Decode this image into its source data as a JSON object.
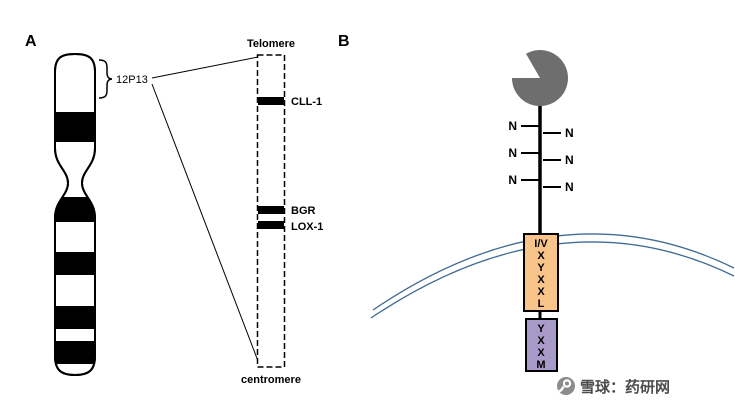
{
  "panel_a": {
    "label": "A",
    "chromosome_region_label": "12P13",
    "region_map": {
      "top_label": "Telomere",
      "bottom_label": "centromere",
      "genes": {
        "g1": "CLL-1",
        "g2": "BGR",
        "g3": "LOX-1"
      }
    }
  },
  "panel_b": {
    "label": "B",
    "glycosylation_site_label": "N",
    "itim_letters": [
      "I/V",
      "X",
      "Y",
      "X",
      "X",
      "L"
    ],
    "yxxm_letters": [
      "Y",
      "X",
      "X",
      "M"
    ],
    "colors": {
      "lectin_domain": "#6e6e6e",
      "lectin_outline": "#4f4f4f",
      "itim_box": "#f9c489",
      "yxxm_box": "#a99bc9",
      "membrane_line": "#3f6a94"
    }
  },
  "watermark": {
    "text": "雪球：药研网",
    "logo_color": "#8c8c8c"
  }
}
